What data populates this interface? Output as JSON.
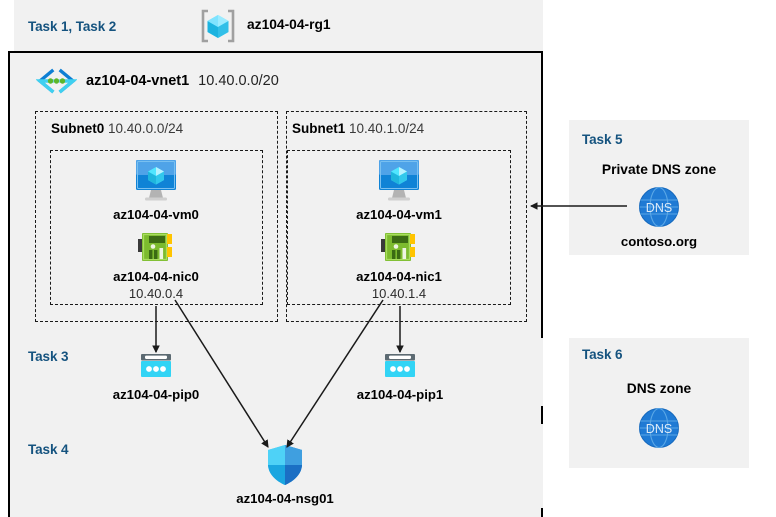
{
  "diagram": {
    "title": "Azure AZ-104 Lab 04 architecture diagram",
    "colors": {
      "task_label": "#15537f",
      "panel_bg": "#f1f1f1",
      "border": "#000000",
      "dashed": "#1a1a1a",
      "vm_blue": "#0078d4",
      "cube_cyan": "#50e6ff",
      "nic_green": "#57a300",
      "pip_cyan": "#32d4f5",
      "dns_blue": "#1f7ad4",
      "nsg_blue": "#0078d4",
      "arrow": "#1a1a1a"
    }
  },
  "resource_group_panel": {
    "task_label": "Task 1, Task 2",
    "icon": "resource-group-icon",
    "name": "az104-04-rg1"
  },
  "vnet": {
    "icon": "virtual-network-icon",
    "name": "az104-04-vnet1",
    "cidr": "10.40.0.0/20",
    "subnets": [
      {
        "name": "Subnet0",
        "cidr": "10.40.0.0/24",
        "vm": {
          "icon": "virtual-machine-icon",
          "name": "az104-04-vm0"
        },
        "nic": {
          "icon": "network-interface-icon",
          "name": "az104-04-nic0",
          "ip": "10.40.0.4"
        }
      },
      {
        "name": "Subnet1",
        "cidr": "10.40.1.0/24",
        "vm": {
          "icon": "virtual-machine-icon",
          "name": "az104-04-vm1"
        },
        "nic": {
          "icon": "network-interface-icon",
          "name": "az104-04-nic1",
          "ip": "10.40.1.4"
        }
      }
    ]
  },
  "public_ip_panel": {
    "task_label": "Task 3",
    "items": [
      {
        "icon": "public-ip-address-icon",
        "name": "az104-04-pip0"
      },
      {
        "icon": "public-ip-address-icon",
        "name": "az104-04-pip1"
      }
    ]
  },
  "nsg_panel": {
    "task_label": "Task 4",
    "icon": "network-security-group-icon",
    "name": "az104-04-nsg01"
  },
  "private_dns_panel": {
    "task_label": "Task 5",
    "heading": "Private DNS zone",
    "icon": "dns-zone-icon",
    "icon_text": "DNS",
    "name": "contoso.org"
  },
  "dns_panel": {
    "task_label": "Task 6",
    "heading": "DNS zone",
    "icon": "dns-zone-icon",
    "icon_text": "DNS"
  }
}
